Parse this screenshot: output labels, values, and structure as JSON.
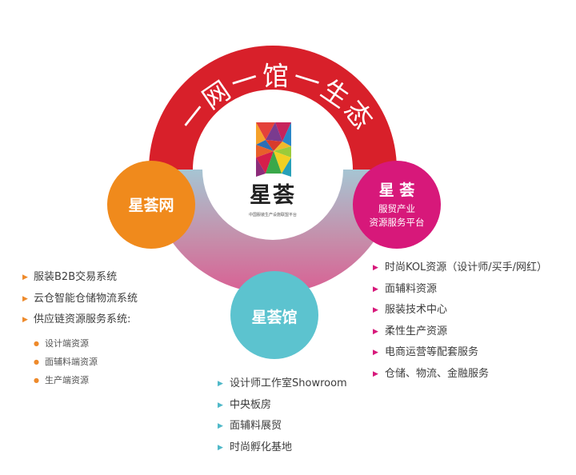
{
  "colors": {
    "arc_red": "#d8202a",
    "orange": "#f08a1c",
    "magenta": "#d7187a",
    "cyan": "#5cc3cf",
    "bullet_orange": "#ee8a2b",
    "bullet_magenta": "#d7187a",
    "bullet_cyan": "#4fb8c8"
  },
  "arc_text": "一网一馆一生态",
  "center": {
    "logo_name": "xinghui-logo-icon",
    "brand": "星荟",
    "tagline": "中国服装生产设施联盟平台"
  },
  "left_circle": {
    "title": "星荟网"
  },
  "right_circle": {
    "title": "星 荟",
    "line1": "服贸产业",
    "line2": "资源服务平台"
  },
  "bottom_circle": {
    "title": "星荟馆"
  },
  "left_list": {
    "items": [
      "服装B2B交易系统",
      "云仓智能仓储物流系统",
      "供应链资源服务系统:"
    ],
    "sub_items": [
      "设计端资源",
      "面辅料端资源",
      "生产端资源"
    ]
  },
  "right_list": {
    "items": [
      "时尚KOL资源（设计师/买手/网红）",
      "面辅料资源",
      "服装技术中心",
      "柔性生产资源",
      "电商运营等配套服务",
      "仓储、物流、金融服务"
    ]
  },
  "bottom_list": {
    "items": [
      "设计师工作室Showroom",
      "中央板房",
      "面辅料展贸",
      "时尚孵化基地"
    ]
  }
}
